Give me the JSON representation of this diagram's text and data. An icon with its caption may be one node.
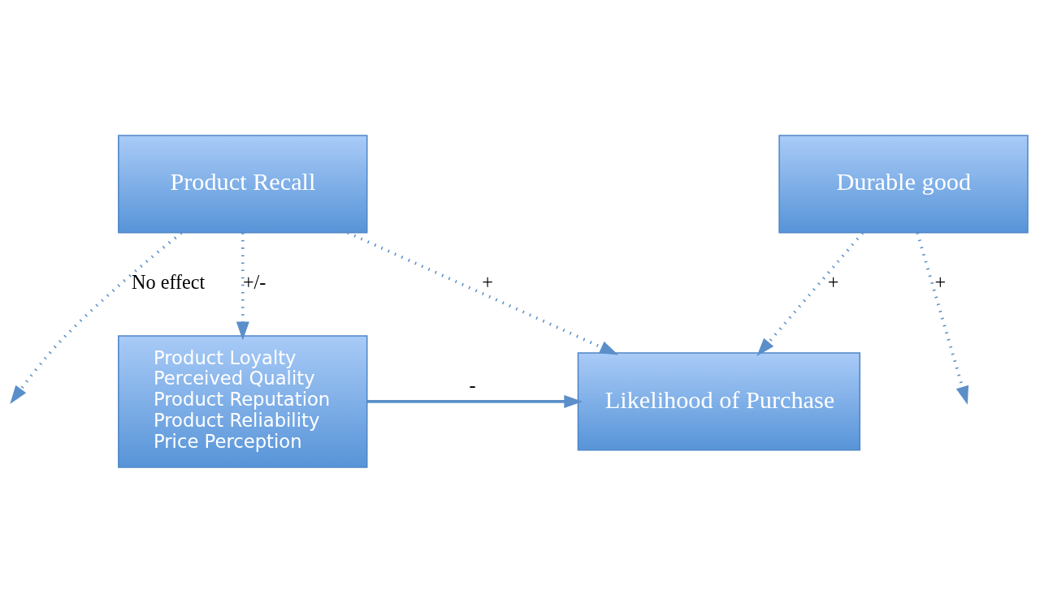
{
  "diagram": {
    "nodes": [
      {
        "text": [
          "Product Recall"
        ]
      },
      {
        "text": [
          "Product Loyalty",
          "Perceived Quality",
          "Product Reputation",
          "Product Reliability",
          "Price Perception"
        ]
      },
      {
        "text": [
          "Likelihood of Purchase"
        ]
      },
      {
        "text": [
          "Durable good"
        ]
      }
    ],
    "edges": [
      {
        "from": 0,
        "to": 1,
        "arrow": "to",
        "label": "+/-",
        "style": "dashed"
      },
      {
        "from": 0,
        "to": null,
        "arrow": "to",
        "label": "No effect",
        "style": "dashed"
      },
      {
        "from": 0,
        "to": 2,
        "arrow": "to",
        "label": "+",
        "style": "dashed"
      },
      {
        "from": 1,
        "to": 2,
        "arrow": "to",
        "label": "-"
      },
      {
        "from": 3,
        "to": null,
        "arrow": "to",
        "label": "+",
        "style": "dashed"
      },
      {
        "from": 3,
        "to": 2,
        "arrow": "to",
        "label": "+",
        "style": "dashed"
      }
    ]
  }
}
